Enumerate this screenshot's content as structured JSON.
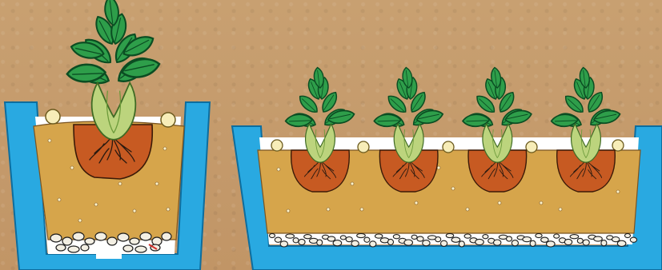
{
  "colors": {
    "background": "#c49a6c",
    "pot": "#29a9e1",
    "pot_outline": "#0d6d9e",
    "soil": "#d6a54b",
    "soil_light": "#e5b862",
    "root_ball": "#c75a22",
    "leaf": "#2e9e4a",
    "leaf_outline": "#0b4d22",
    "stem": "#bcd47d",
    "pebble": "#f3efe3",
    "fertilizer": "#f7edb8"
  },
  "scenes": [
    {
      "id": "single-pot",
      "container": "tapered-pot",
      "plants": 1,
      "fertilizer_pellets": 2,
      "drainage": "pebbles"
    },
    {
      "id": "trough-planter",
      "container": "trough",
      "plants": 4,
      "fertilizer_pellets": 5,
      "drainage": "pebbles"
    }
  ],
  "icons": [
    "plant-icon",
    "pot-icon",
    "root-ball-icon",
    "fertilizer-pellet-icon",
    "pebble-icon"
  ]
}
